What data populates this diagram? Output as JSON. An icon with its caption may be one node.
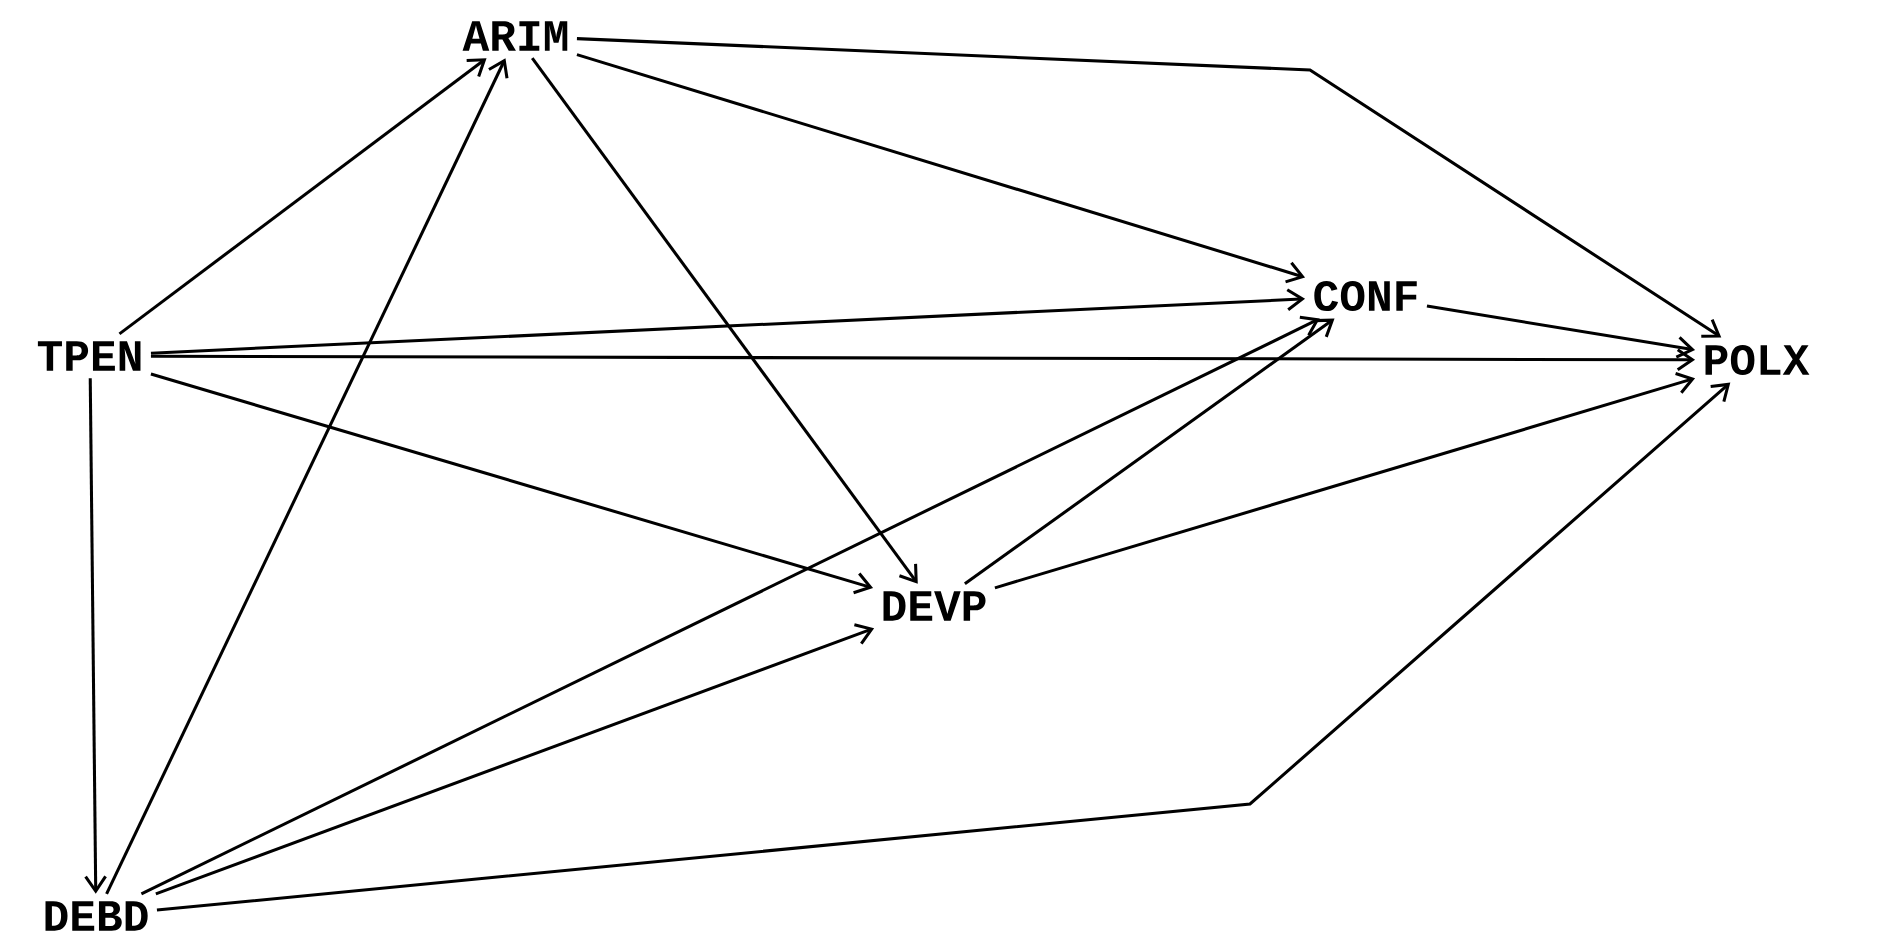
{
  "diagram": {
    "nodes": [
      {
        "text": [
          "ARIM"
        ]
      },
      {
        "text": [
          "TPEN"
        ]
      },
      {
        "text": [
          "CONF"
        ]
      },
      {
        "text": [
          "POLX"
        ]
      },
      {
        "text": [
          "DEVP"
        ]
      },
      {
        "text": [
          "DEBD"
        ]
      }
    ],
    "edges": [
      {
        "from": 1,
        "to": 0,
        "arrow": "to"
      },
      {
        "from": 1,
        "to": 2,
        "arrow": "to"
      },
      {
        "from": 1,
        "to": 3,
        "arrow": "to"
      },
      {
        "from": 1,
        "to": 4,
        "arrow": "to"
      },
      {
        "from": 1,
        "to": 5,
        "arrow": "to"
      },
      {
        "from": 0,
        "to": 2,
        "arrow": "to"
      },
      {
        "from": 0,
        "to": 3,
        "arrow": "to"
      },
      {
        "from": 0,
        "to": 4,
        "arrow": "to"
      },
      {
        "from": 5,
        "to": 0,
        "arrow": "to"
      },
      {
        "from": 5,
        "to": 2,
        "arrow": "to"
      },
      {
        "from": 5,
        "to": 4,
        "arrow": "to"
      },
      {
        "from": 5,
        "to": 3,
        "arrow": "to"
      },
      {
        "from": 4,
        "to": 2,
        "arrow": "to"
      },
      {
        "from": 4,
        "to": 3,
        "arrow": "to"
      },
      {
        "from": 2,
        "to": 3,
        "arrow": "to"
      }
    ]
  }
}
